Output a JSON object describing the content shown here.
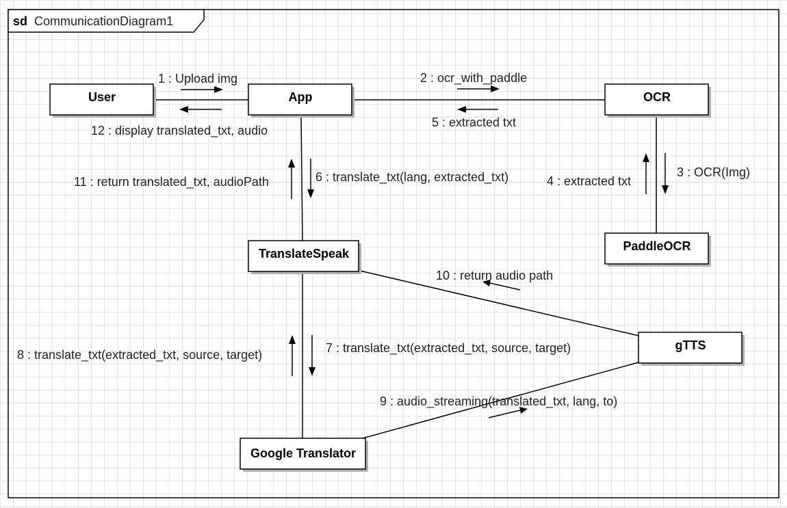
{
  "frame": {
    "keyword": "sd",
    "name": "CommunicationDiagram1"
  },
  "objects": {
    "user": "User",
    "app": "App",
    "ocr": "OCR",
    "paddleocr": "PaddleOCR",
    "translatespeak": "TranslateSpeak",
    "gtts": "gTTS",
    "google_translator": "Google Translator"
  },
  "messages": {
    "m1": "1 : Upload img",
    "m2": "2 : ocr_with_paddle",
    "m3": "3 : OCR(Img)",
    "m4": "4 : extracted txt",
    "m5": "5 : extracted txt",
    "m6": "6 : translate_txt(lang, extracted_txt)",
    "m7": "7 : translate_txt(extracted_txt, source, target)",
    "m8": "8 : translate_txt(extracted_txt, source, target)",
    "m9": "9 : audio_streaming(translated_txt, lang, to)",
    "m10": "10 : return audio path",
    "m11": "11 : return translated_txt, audioPath",
    "m12": "12 : display translated_txt, audio"
  }
}
